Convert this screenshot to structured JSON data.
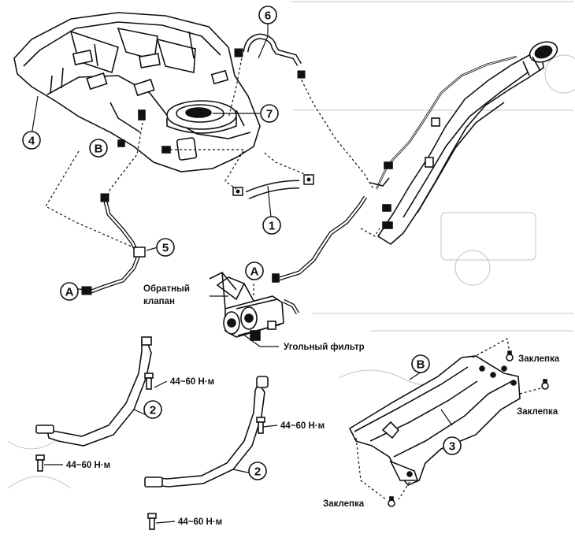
{
  "callouts": {
    "n1": "1",
    "n2a": "2",
    "n2b": "2",
    "n3": "3",
    "n4": "4",
    "n5": "5",
    "n6": "6",
    "n7": "7",
    "la1": "A",
    "la2": "A",
    "lb1": "B",
    "lb2": "B"
  },
  "labels": {
    "check_valve_line1": "Обратный",
    "check_valve_line2": "клапан",
    "charcoal_filter": "Угольный фильтр",
    "rivet_top": "Заклепка",
    "rivet_right": "Заклепка",
    "rivet_bottom": "Заклепка"
  },
  "torques": {
    "strap1_upper": "44~60 Н·м",
    "strap1_lower": "44~60 Н·м",
    "strap2_upper": "44~60 Н·м",
    "strap2_lower": "44~60 Н·м"
  },
  "colors": {
    "ink": "#111111",
    "paper": "#ffffff",
    "ghost": "#bdbdbd"
  }
}
